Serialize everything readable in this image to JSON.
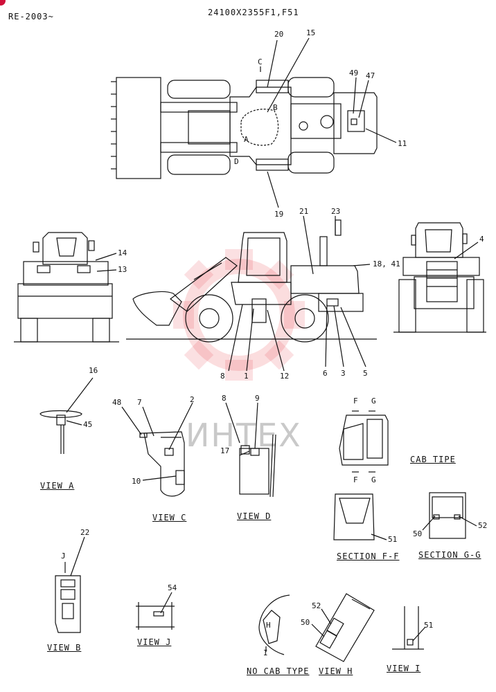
{
  "header": {
    "left": "RE-2003~",
    "center": "24100X2355F1,F51"
  },
  "watermark": {
    "text": "ИНТЕХ",
    "color": "#e8404a"
  },
  "callouts": {
    "c20": "20",
    "c15": "15",
    "cC": "C",
    "cB": "B",
    "cA": "A",
    "cD": "D",
    "c49": "49",
    "c47": "47",
    "c11": "11",
    "c19": "19",
    "c14": "14",
    "c13": "13",
    "c21": "21",
    "c23": "23",
    "c1841": "18, 41",
    "c4": "4",
    "c8a": "8",
    "c1": "1",
    "c12": "12",
    "c6": "6",
    "c3": "3",
    "c5": "5",
    "c16": "16",
    "c45": "45",
    "c48": "48",
    "c7": "7",
    "c2": "2",
    "c10": "10",
    "c8b": "8",
    "c9": "9",
    "c17": "17",
    "cF1": "F",
    "cG1": "G",
    "cF2": "F",
    "cG2": "G",
    "c51a": "51",
    "c50a": "50",
    "c52a": "52",
    "c22": "22",
    "cJ": "J",
    "c54": "54",
    "cH": "H",
    "cI": "I",
    "c52b": "52",
    "c50b": "50",
    "c51b": "51"
  },
  "captions": {
    "view_a": "VIEW A",
    "view_c": "VIEW C",
    "view_d": "VIEW D",
    "cab_tipe": "CAB TIPE",
    "section_ff": "SECTION F-F",
    "section_gg": "SECTION G-G",
    "view_b": "VIEW B",
    "view_j": "VIEW J",
    "no_cab_type": "NO CAB TYPE",
    "view_h": "VIEW H",
    "view_i": "VIEW I"
  }
}
